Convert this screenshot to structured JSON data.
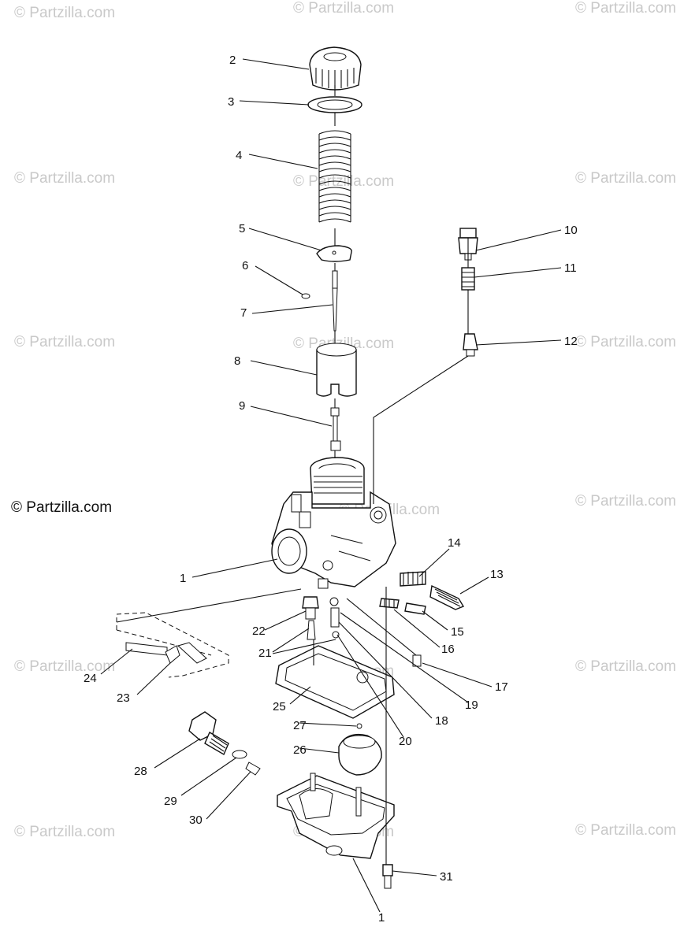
{
  "watermark": {
    "text": "© Partzilla.com",
    "main_text": "© Partzilla.com"
  },
  "callouts": [
    "1",
    "2",
    "3",
    "4",
    "5",
    "6",
    "7",
    "8",
    "9",
    "10",
    "11",
    "12",
    "13",
    "14",
    "15",
    "16",
    "17",
    "18",
    "19",
    "20",
    "21",
    "22",
    "23",
    "24",
    "25",
    "26",
    "27",
    "28",
    "29",
    "30",
    "31",
    "1"
  ]
}
